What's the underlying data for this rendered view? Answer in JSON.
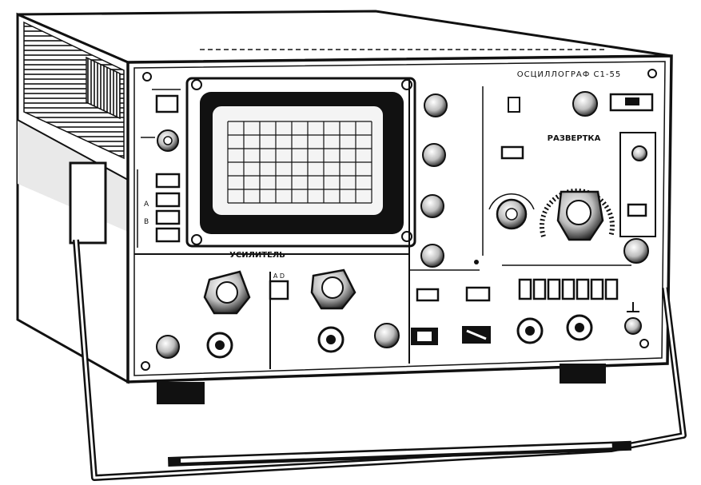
{
  "device": {
    "model_plate": "ОСЦИЛЛОГРАФ С1-55",
    "section_amplifier": "УСИЛИТЕЛЬ",
    "section_sweep": "РАЗВЕРТКА",
    "key_a": "A",
    "key_b": "B",
    "key_ab": "A D"
  },
  "colors": {
    "ink": "#111111",
    "paper": "#ffffff",
    "panel_shade": "#e9e9e9",
    "screen": "#f4f4f4"
  },
  "icons": [
    "knob-icon",
    "bnc-connector-icon",
    "toggle-switch-icon",
    "push-button-icon",
    "ground-terminal-icon",
    "screw-icon"
  ]
}
